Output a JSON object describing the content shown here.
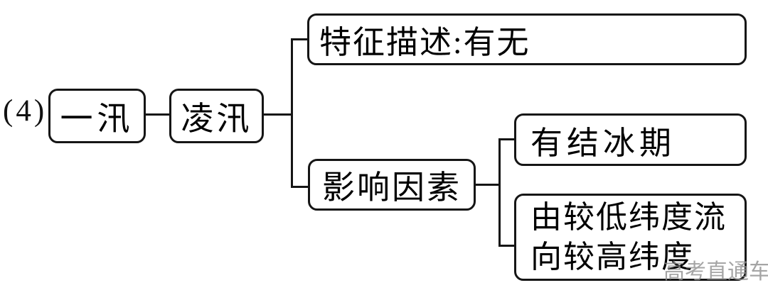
{
  "figure": {
    "label": "(4)",
    "watermark": "高考直通车"
  },
  "nodes": {
    "yixun": {
      "label": "一汛"
    },
    "lingxun": {
      "label": "凌汛"
    },
    "feature": {
      "label": "特征描述:有无"
    },
    "factors": {
      "label": "影响因素"
    },
    "freeze": {
      "label": "有结冰期"
    },
    "flow": {
      "line1": "由较低纬度流",
      "line2": "向较高纬度"
    }
  },
  "edges": [
    {
      "from": "yixun",
      "to": "lingxun"
    },
    {
      "from": "lingxun",
      "to": "feature"
    },
    {
      "from": "lingxun",
      "to": "factors"
    },
    {
      "from": "factors",
      "to": "freeze"
    },
    {
      "from": "factors",
      "to": "flow"
    }
  ],
  "colors": {
    "line": "#151515",
    "text": "#000000",
    "watermark": "#8f8f8f",
    "background": "#ffffff"
  }
}
